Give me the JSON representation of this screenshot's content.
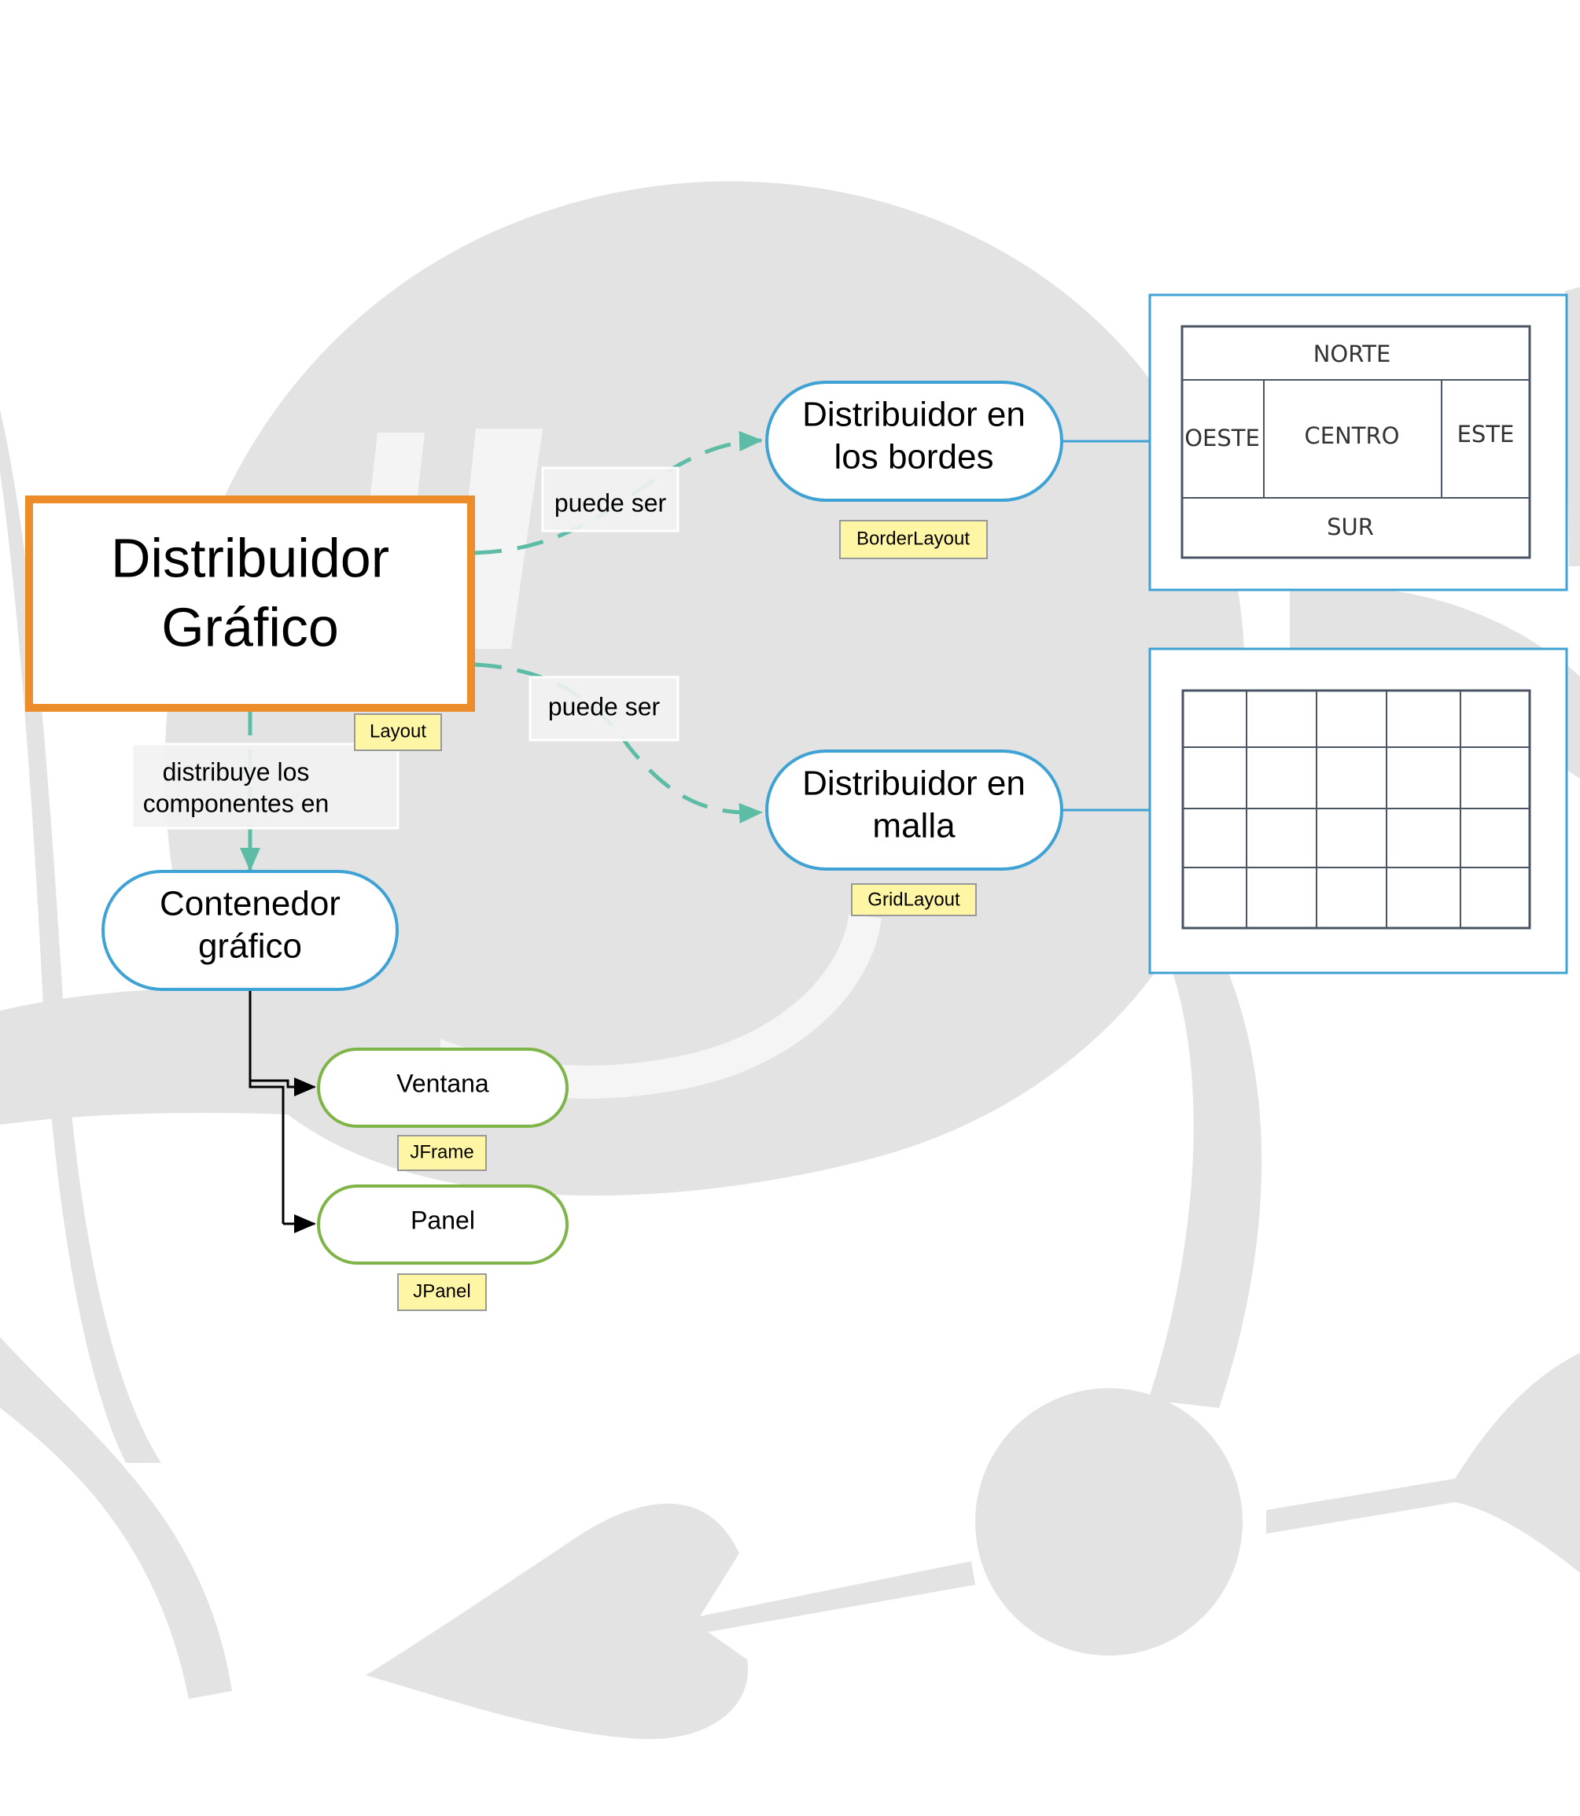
{
  "main_node": {
    "line1": "Distribuidor",
    "line2": "Gráfico",
    "tag": "Layout"
  },
  "edges": {
    "can_be_1": "puede ser",
    "can_be_2": "puede ser",
    "distributes_1": "distribuye los",
    "distributes_2": "componentes en"
  },
  "border_node": {
    "line1": "Distribuidor en",
    "line2": "los bordes",
    "tag": "BorderLayout"
  },
  "grid_node": {
    "line1": "Distribuidor en",
    "line2": "malla",
    "tag": "GridLayout"
  },
  "container_node": {
    "line1": "Contenedor",
    "line2": "gráfico"
  },
  "window_node": {
    "label": "Ventana",
    "tag": "JFrame"
  },
  "panel_node": {
    "label": "Panel",
    "tag": "JPanel"
  },
  "border_image": {
    "north": "NORTE",
    "west": "OESTE",
    "center": "CENTRO",
    "east": "ESTE",
    "south": "SUR"
  },
  "colors": {
    "main_border": "#ec8c2a",
    "node_border_blue": "#3fa2d4",
    "node_border_green": "#7fb548",
    "tag_fill": "#fff6a5",
    "edge_teal": "#5cbca6",
    "background_shape": "#e3e3e3"
  }
}
